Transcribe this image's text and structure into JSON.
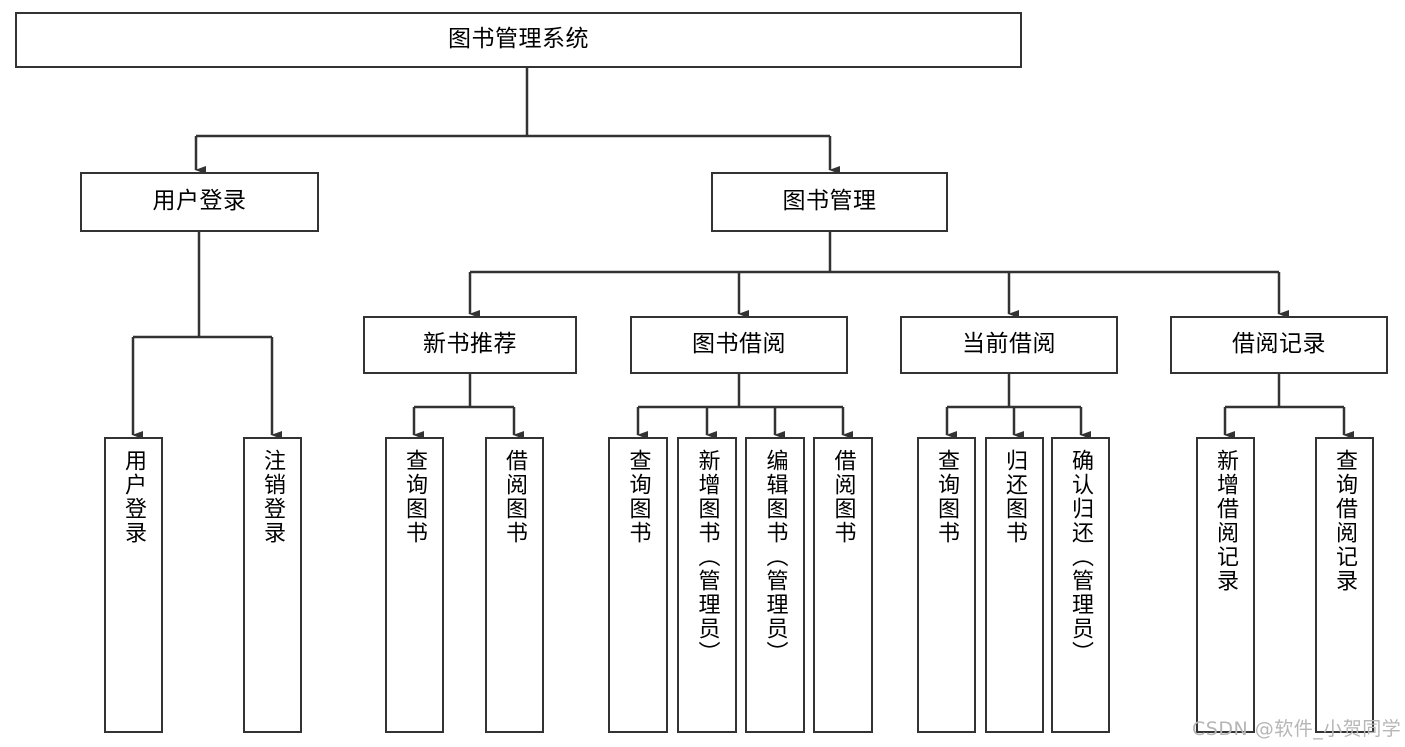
{
  "diagram": {
    "title": "图书管理系统",
    "type": "tree",
    "watermark": "CSDN @软件_小贺同学",
    "colors": {
      "box_border": "#333333",
      "box_fill": "#ffffff",
      "connector": "#333333",
      "text": "#000000",
      "watermark": "#b6b6b6",
      "background": "#ffffff"
    },
    "nodes": {
      "root": {
        "label": "图书管理系统"
      },
      "level1": [
        {
          "id": "user-login",
          "label": "用户登录"
        },
        {
          "id": "book-manage",
          "label": "图书管理"
        }
      ],
      "level2": [
        {
          "id": "new-book-recommend",
          "label": "新书推荐",
          "parent": "book-manage"
        },
        {
          "id": "book-borrow",
          "label": "图书借阅",
          "parent": "book-manage"
        },
        {
          "id": "current-borrow",
          "label": "当前借阅",
          "parent": "book-manage"
        },
        {
          "id": "borrow-record",
          "label": "借阅记录",
          "parent": "book-manage"
        }
      ],
      "leaves": [
        {
          "id": "leaf-user-login",
          "label": "用户登录",
          "parent": "user-login"
        },
        {
          "id": "leaf-logout-login",
          "label": "注销登录",
          "parent": "user-login"
        },
        {
          "id": "leaf-query-book-1",
          "label": "查询图书",
          "parent": "new-book-recommend"
        },
        {
          "id": "leaf-borrow-book-1",
          "label": "借阅图书",
          "parent": "new-book-recommend"
        },
        {
          "id": "leaf-query-book-2",
          "label": "查询图书",
          "parent": "book-borrow"
        },
        {
          "id": "leaf-add-book",
          "label": "新增图书（管理员）",
          "parent": "book-borrow"
        },
        {
          "id": "leaf-edit-book",
          "label": "编辑图书（管理员）",
          "parent": "book-borrow"
        },
        {
          "id": "leaf-borrow-book-2",
          "label": "借阅图书",
          "parent": "book-borrow"
        },
        {
          "id": "leaf-query-book-3",
          "label": "查询图书",
          "parent": "current-borrow"
        },
        {
          "id": "leaf-return-book",
          "label": "归还图书",
          "parent": "current-borrow"
        },
        {
          "id": "leaf-confirm-return",
          "label": "确认归还（管理员）",
          "parent": "current-borrow"
        },
        {
          "id": "leaf-add-record",
          "label": "新增借阅记录",
          "parent": "borrow-record"
        },
        {
          "id": "leaf-query-record",
          "label": "查询借阅记录",
          "parent": "borrow-record"
        }
      ]
    }
  }
}
